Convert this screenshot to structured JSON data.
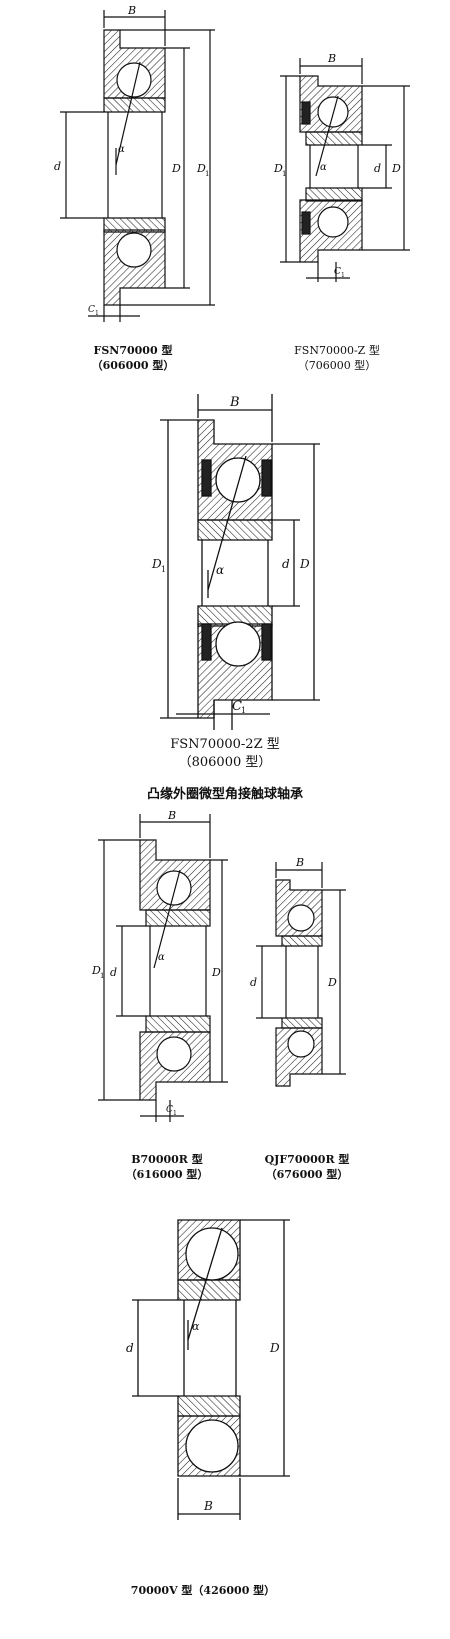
{
  "figures": [
    {
      "caption": "FSN70000 型",
      "sub_caption": "（606000 型）",
      "labels": {
        "B": "B",
        "d": "d",
        "D": "D",
        "D1": "D",
        "D1_sub": "1",
        "C1": "C",
        "C1_sub": "1",
        "alpha": "α"
      }
    },
    {
      "caption": "FSN70000-Z 型",
      "sub_caption": "（706000 型）",
      "labels": {
        "B": "B",
        "d": "d",
        "D": "D",
        "D1": "D",
        "D1_sub": "1",
        "C1": "C",
        "C1_sub": "1",
        "alpha": "α"
      }
    },
    {
      "caption": "FSN70000-2Z 型",
      "sub_caption": "（806000 型）",
      "labels": {
        "B": "B",
        "d": "d",
        "D": "D",
        "D1": "D",
        "D1_sub": "1",
        "C1": "C",
        "C1_sub": "1",
        "alpha": "α"
      }
    },
    {
      "caption": "B70000R 型",
      "sub_caption": "（616000 型）",
      "labels": {
        "B": "B",
        "d": "d",
        "D": "D",
        "D1": "D",
        "D1_sub": "1",
        "C1": "C",
        "C1_sub": "1",
        "alpha": "α"
      }
    },
    {
      "caption": "QJF70000R 型",
      "sub_caption": "（676000 型）",
      "labels": {
        "B": "B",
        "d": "d",
        "D": "D"
      }
    },
    {
      "caption": "70000V 型（426000 型）",
      "labels": {
        "B": "B",
        "d": "d",
        "D": "D",
        "alpha": "α"
      }
    }
  ],
  "section_heading": "凸缘外圈微型角接触球轴承"
}
